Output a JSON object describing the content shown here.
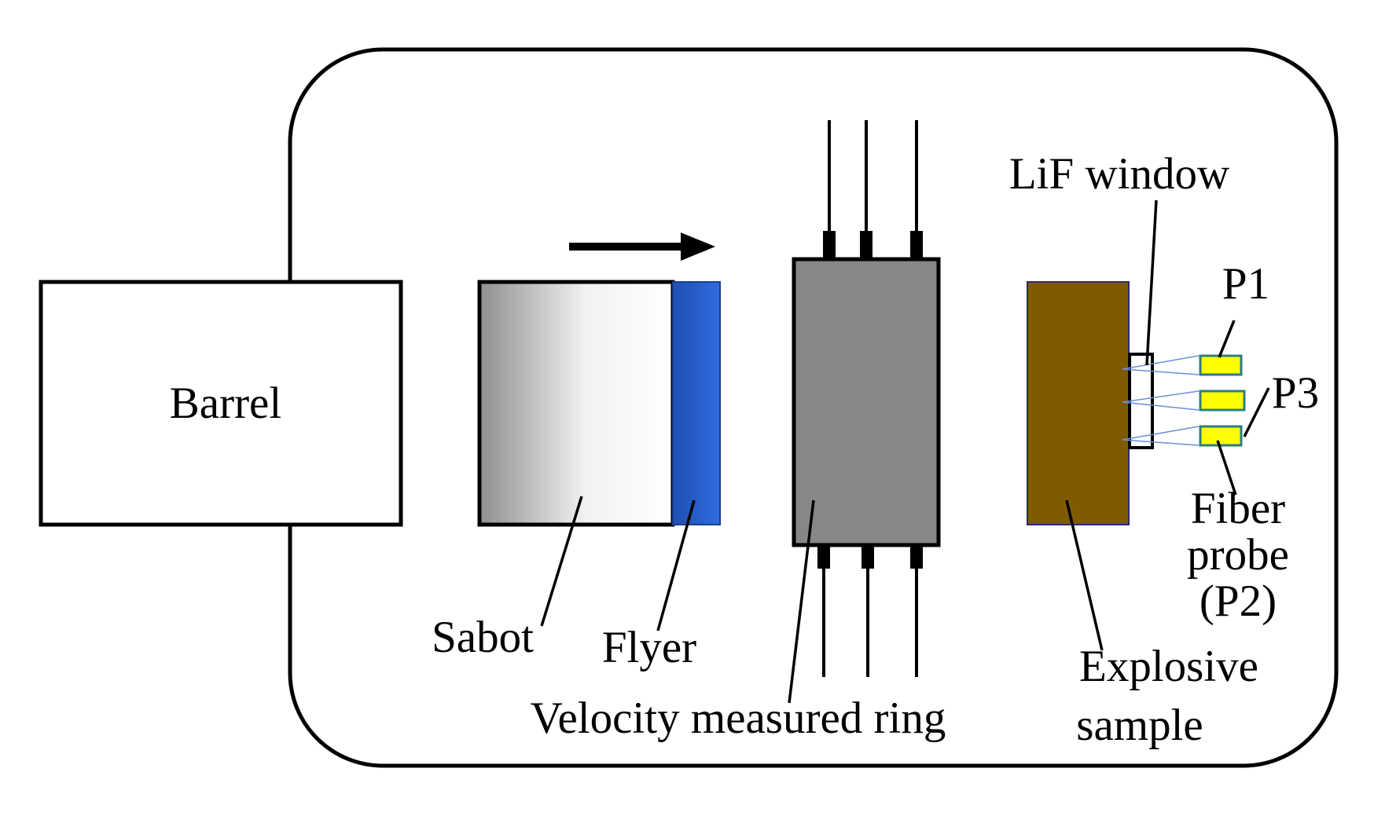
{
  "labels": {
    "barrel": "Barrel",
    "sabot": "Sabot",
    "flyer": "Flyer",
    "velocity_ring": "Velocity measured ring",
    "lif_window": "LiF window",
    "p1": "P1",
    "p3": "P3",
    "fiber_probe_line1": "Fiber",
    "fiber_probe_line2": "probe",
    "fiber_probe_line3": "(P2)",
    "explosive_line1": "Explosive",
    "explosive_line2": "sample"
  },
  "colors": {
    "outline": "#000000",
    "sabot_gradient_start": "#8f8f8f",
    "sabot_gradient_end": "#ffffff",
    "flyer_dark": "#1f4fb0",
    "flyer_light": "#2f6be0",
    "ring_fill": "#878787",
    "explosive_fill": "#7f5a00",
    "probe_fill": "#ffff00",
    "probe_border": "#2e7d7d",
    "beam": "#6b8fd6"
  },
  "direction": "flyer moves right toward the velocity ring"
}
